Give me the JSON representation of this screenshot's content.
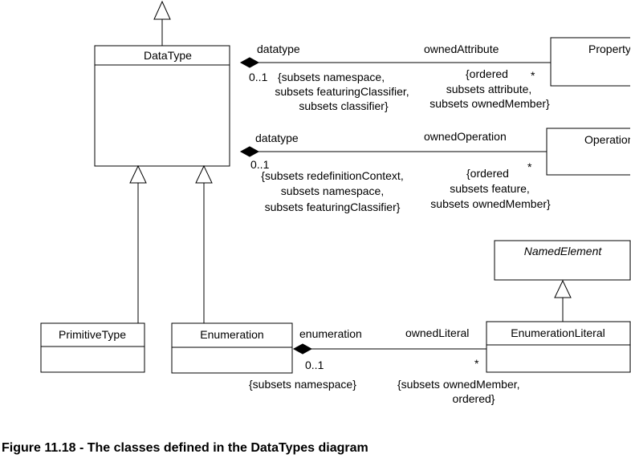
{
  "classes": {
    "datatype": "DataType",
    "property": "Property",
    "operation": "Operation",
    "named_element": "NamedElement",
    "primitive_type": "PrimitiveType",
    "enumeration": "Enumeration",
    "enumeration_literal": "EnumerationLiteral"
  },
  "assoc_attribute": {
    "end_role": "datatype",
    "end_mult": "0..1",
    "end_constraints": [
      "{subsets namespace,",
      "subsets featuringClassifier,",
      "subsets classifier}"
    ],
    "target_role": "ownedAttribute",
    "target_mult": "*",
    "target_constraints": [
      "{ordered",
      "subsets attribute,",
      "subsets ownedMember}"
    ]
  },
  "assoc_operation": {
    "end_role": "datatype",
    "end_mult": "0..1",
    "end_constraints": [
      "{subsets redefinitionContext,",
      "subsets namespace,",
      "subsets featuringClassifier}"
    ],
    "target_role": "ownedOperation",
    "target_mult": "*",
    "target_constraints": [
      "{ordered",
      "subsets feature,",
      "subsets ownedMember}"
    ]
  },
  "assoc_literal": {
    "end_role": "enumeration",
    "end_mult": "0..1",
    "end_constraints": [
      "{subsets namespace}"
    ],
    "target_role": "ownedLiteral",
    "target_mult": "*",
    "target_constraints": [
      "{subsets ownedMember,",
      "ordered}"
    ]
  },
  "caption": "Figure 11.18 - The classes defined in the DataTypes diagram"
}
